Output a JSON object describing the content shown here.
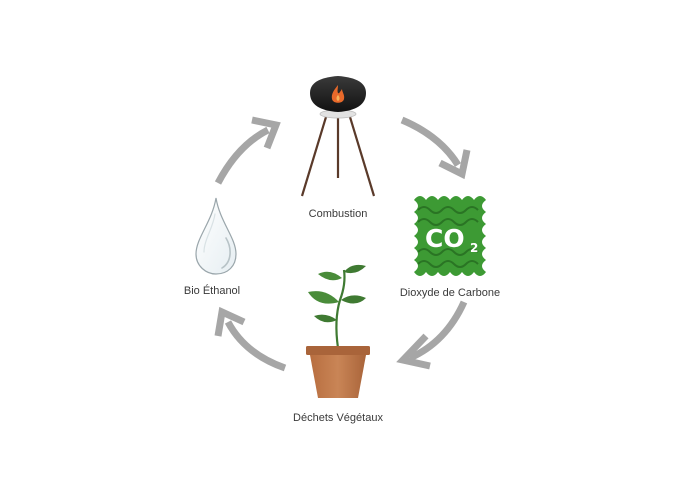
{
  "nodes": {
    "combustion": {
      "label": "Combustion",
      "icon": "fire-bowl-icon"
    },
    "co2": {
      "label": "Dioxyde de Carbone",
      "icon": "co2-block-icon",
      "badge_main": "CO",
      "badge_sub": "2"
    },
    "plant": {
      "label": "Déchets Végétaux",
      "icon": "potted-plant-icon"
    },
    "ethanol": {
      "label": "Bio Éthanol",
      "icon": "water-drop-icon"
    }
  },
  "colors": {
    "arrow": "#a6a6a6",
    "co2_green": "#3d9a34",
    "co2_dark": "#1f5f1a",
    "pot": "#c07a4d",
    "pot_rim": "#a9643a",
    "leaf": "#3f7a32",
    "bowl": "#1e1e1e",
    "flame": "#e8692a",
    "tripod": "#5a3a2a",
    "label": "#3a3a3a"
  }
}
